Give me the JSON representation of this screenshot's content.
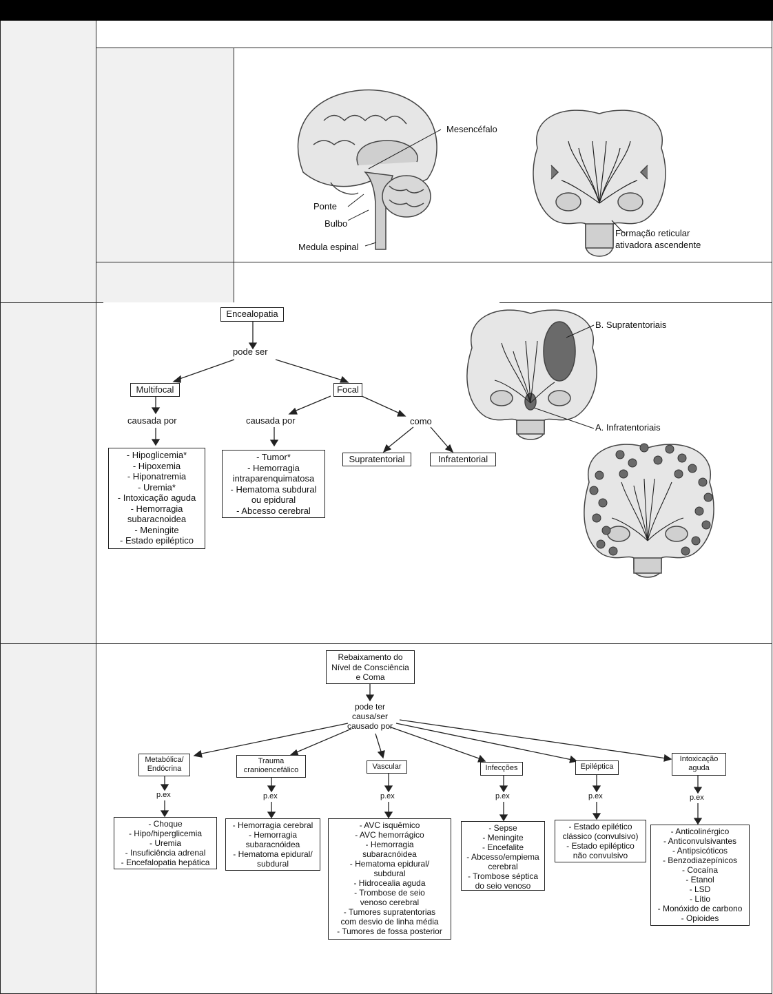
{
  "brain_figure": {
    "mesencefalo": "Mesencéfalo",
    "ponte": "Ponte",
    "bulbo": "Bulbo",
    "medula": "Medula espinal",
    "formacao_l1": "Formação reticular",
    "formacao_l2": "ativadora ascendente"
  },
  "encefalopatia": {
    "root": "Encealopatia",
    "pode_ser": "pode ser",
    "multifocal": "Multifocal",
    "focal": "Focal",
    "causada_por_1": "causada por",
    "causada_por_2": "causada por",
    "como": "como",
    "supratentorial": "Supratentorial",
    "infratentorial": "Infratentorial",
    "multifocal_causes": [
      "- Hipoglicemia*",
      "- Hipoxemia",
      "- Hiponatremia",
      "- Uremia*",
      "- Intoxicação aguda",
      "- Hemorragia",
      "subaracnoidea",
      "- Meningite",
      "- Estado epiléptico"
    ],
    "focal_causes": [
      "- Tumor*",
      "- Hemorragia",
      "intraparenquimatosa",
      "- Hematoma subdural",
      "ou epidural",
      "- Abcesso cerebral"
    ],
    "label_b": "B. Supratentoriais",
    "label_a": "A. Infratentoriais"
  },
  "coma": {
    "root": [
      "Rebaixamento do",
      "Nível de Consciência",
      "e Coma"
    ],
    "pode_ter": [
      "pode ter",
      "causa/ser",
      "causado por"
    ],
    "pex": "p.ex",
    "categories": [
      {
        "label": [
          "Metabólica/",
          "Endócrina"
        ],
        "items": [
          "- Choque",
          "- Hipo/hiperglicemia",
          "- Uremia",
          "- Insuficiência adrenal",
          "- Encefalopatia hepática"
        ]
      },
      {
        "label": [
          "Trauma",
          "cranioencefálico"
        ],
        "items": [
          "- Hemorragia cerebral",
          "- Hemorragia",
          "subaracnóidea",
          "- Hematoma epidural/",
          "subdural"
        ]
      },
      {
        "label": [
          "Vascular"
        ],
        "items": [
          "- AVC isquêmico",
          "- AVC hemorrágico",
          "- Hemorragia",
          "subaracnóidea",
          "- Hematoma epidural/",
          "subdural",
          "- Hidrocealia aguda",
          "- Trombose de seio",
          "venoso cerebral",
          "- Tumores supratentorias",
          "com desvio de linha média",
          "- Tumores de fossa posterior"
        ]
      },
      {
        "label": [
          "Infecções"
        ],
        "items": [
          "- Sepse",
          "- Meningite",
          "- Encefalite",
          "- Abcesso/empiema",
          "cerebral",
          "- Trombose séptica",
          "do seio venoso"
        ]
      },
      {
        "label": [
          "Epiléptica"
        ],
        "items": [
          "- Estado epilético",
          "clássico (convulsivo)",
          "- Estado epiléptico",
          "não convulsivo"
        ]
      },
      {
        "label": [
          "Intoxicação",
          "aguda"
        ],
        "items": [
          "- Anticolinérgico",
          "- Anticonvulsivantes",
          "- Antipsicóticos",
          "- Benzodiazepínicos",
          "- Cocaína",
          "- Etanol",
          "- LSD",
          "- Lítio",
          "- Monóxido de carbono",
          "- Opioides"
        ]
      }
    ]
  }
}
